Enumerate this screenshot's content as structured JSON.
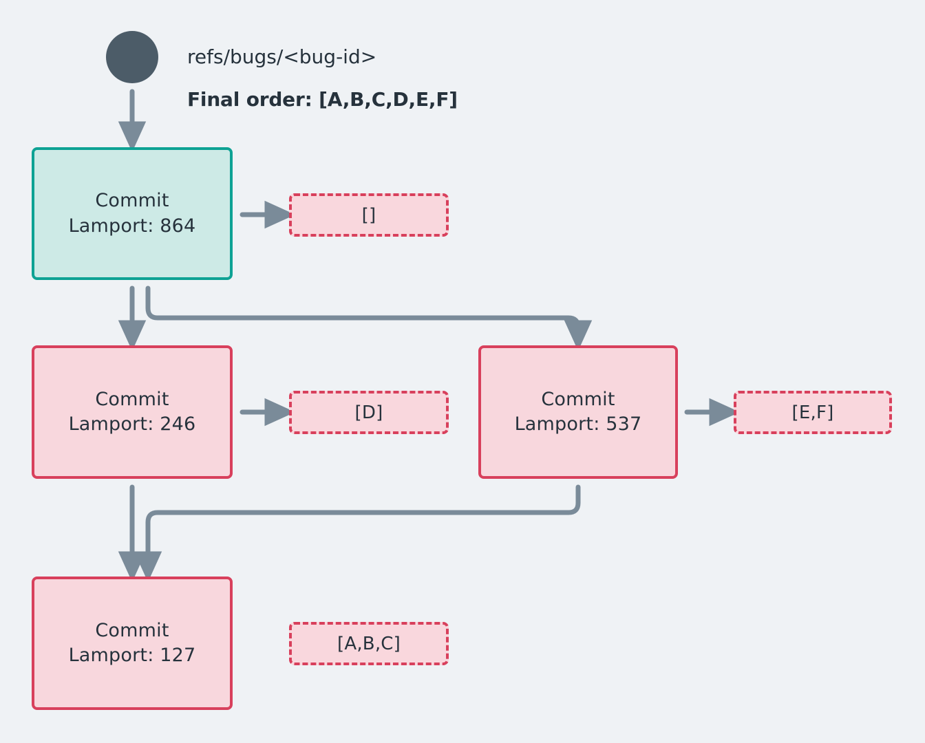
{
  "diagram": {
    "title_ref": "refs/bugs/<bug-id>",
    "final_order_label": "Final order: [A,B,C,D,E,F]",
    "colors": {
      "background": "#eff2f5",
      "root_node": "#4c5c68",
      "arrow": "#7a8b99",
      "head_border": "#0ea294",
      "head_fill": "#cdeae6",
      "commit_border": "#d8405c",
      "commit_fill": "#f8d7dd",
      "tag_fill": "#f9d7dd",
      "text": "#26323c"
    },
    "root": {
      "name": "branch-ref-node",
      "shape": "circle"
    },
    "commits": [
      {
        "id": "commit-864",
        "type_label": "Commit",
        "lamport_label": "Lamport: 864",
        "style": "head",
        "tag": "[]"
      },
      {
        "id": "commit-246",
        "type_label": "Commit",
        "lamport_label": "Lamport: 246",
        "style": "normal",
        "tag": "[D]"
      },
      {
        "id": "commit-537",
        "type_label": "Commit",
        "lamport_label": "Lamport: 537",
        "style": "normal",
        "tag": "[E,F]"
      },
      {
        "id": "commit-127",
        "type_label": "Commit",
        "lamport_label": "Lamport: 127",
        "style": "normal",
        "tag": "[A,B,C]"
      }
    ]
  }
}
